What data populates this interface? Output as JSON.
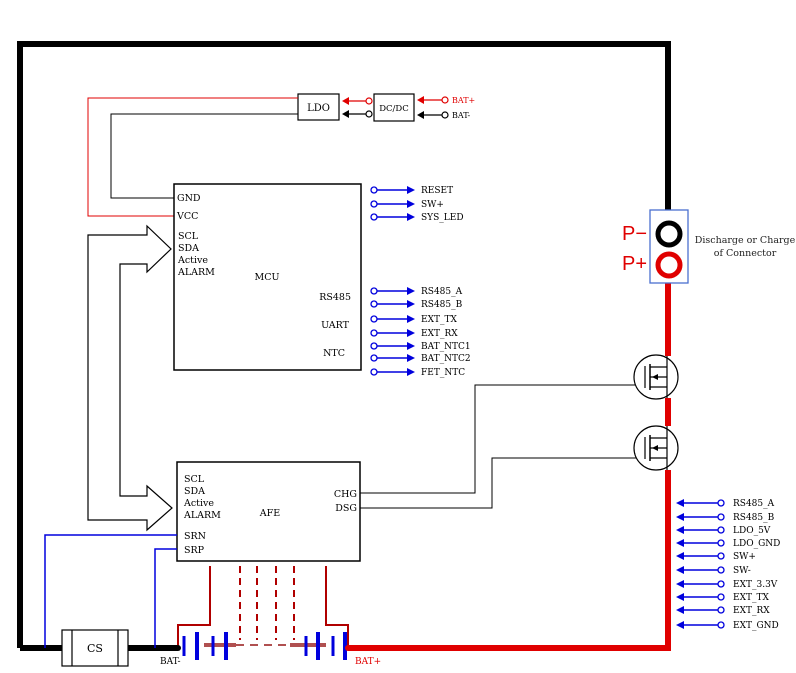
{
  "ldo": {
    "label": "LDO"
  },
  "dcdc": {
    "label": "DC/DC"
  },
  "inputs": {
    "bat_plus": "BAT+",
    "bat_minus": "BAT-"
  },
  "mcu": {
    "title": "MCU",
    "left_pins": [
      "GND",
      "VCC",
      "SCL",
      "SDA",
      "Active",
      "ALARM"
    ],
    "right_groups": [
      "RS485",
      "UART",
      "NTC"
    ]
  },
  "mcu_outputs": [
    "RESET",
    "SW+",
    "SYS_LED",
    "RS485_A",
    "RS485_B",
    "EXT_TX",
    "EXT_RX",
    "BAT_NTC1",
    "BAT_NTC2",
    "FET_NTC"
  ],
  "afe": {
    "title": "AFE",
    "left_pins": [
      "SCL",
      "SDA",
      "Active",
      "ALARM",
      "SRN",
      "SRP"
    ],
    "right_pins": [
      "CHG",
      "DSG"
    ]
  },
  "connector": {
    "p_minus": "P−",
    "p_plus": "P+",
    "caption": [
      "Discharge or Charge",
      "of Connector"
    ]
  },
  "ext_inputs": [
    "RS485_A",
    "RS485_B",
    "LDO_5V",
    "LDO_GND",
    "SW+",
    "SW-",
    "EXT_3.3V",
    "EXT_TX",
    "EXT_RX",
    "EXT_GND"
  ],
  "cs": {
    "label": "CS"
  },
  "battery": {
    "neg": "BAT-",
    "pos": "BAT+"
  },
  "colors": {
    "red": "#e00000",
    "blue": "#0000dd",
    "dark_red": "#b00000",
    "black": "#000000"
  }
}
